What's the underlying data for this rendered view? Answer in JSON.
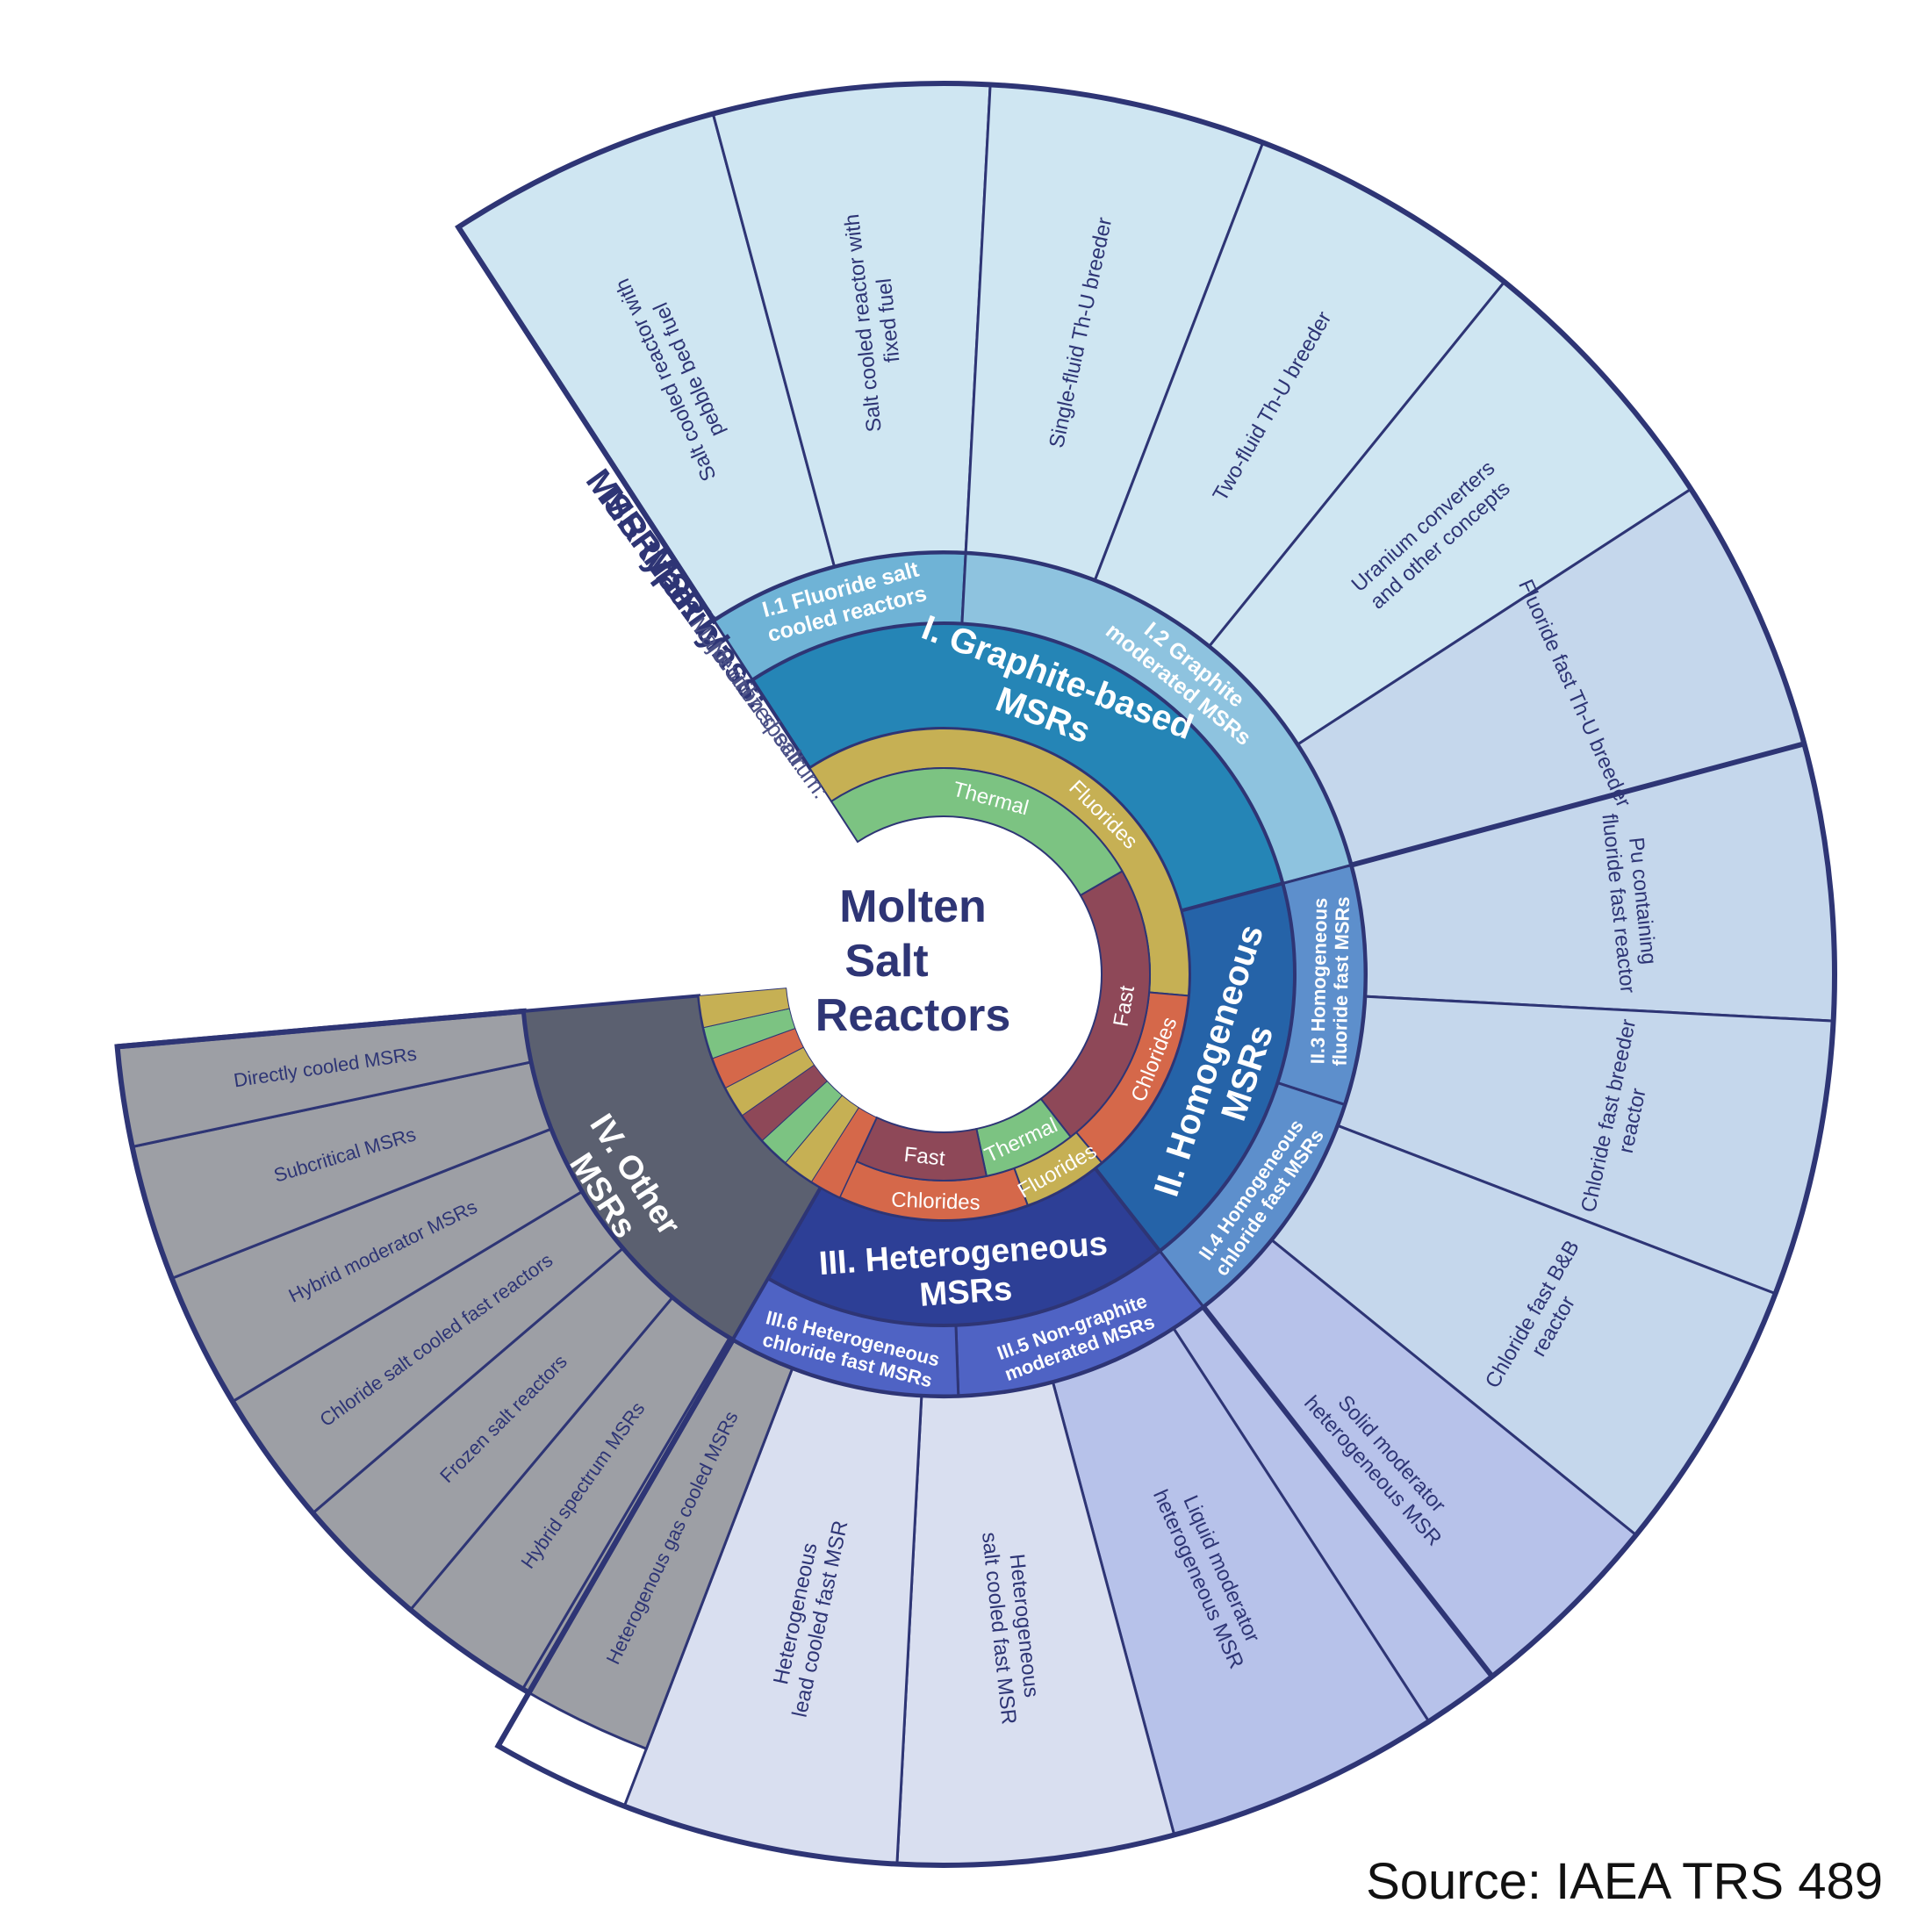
{
  "title": [
    "Molten",
    "Salt",
    "Reactors"
  ],
  "ring_labels": {
    "type": "MSR type:",
    "family": "MSR family:",
    "class": "MSR class:",
    "salt": "Major utilized salt:",
    "spectrum": "Neutron spectrum:"
  },
  "source": "Source: IAEA TRS 489",
  "colors": {
    "outline": "#2e3575",
    "center_title": "#2e3575",
    "class_graphite": "#2585b6",
    "class_homogeneous": "#2563a8",
    "class_heterogeneous": "#2d3f96",
    "class_other": "#5b6070",
    "family_fluoride_salt": "#6fb3d6",
    "family_graphite_mod": "#8ec3df",
    "family_homogeneous": "#5d8fcc",
    "family_heterogeneous": "#4f63c4",
    "type_graphite": "#cfe6f2",
    "type_homogeneous": "#c5d7ec",
    "type_solid_liquid": "#b7c2ea",
    "type_heterogeneous": "#d9dff0",
    "type_other": "#9d9fa5",
    "salt_fluorides": "#c6b054",
    "salt_chlorides": "#d5684a",
    "spectrum_thermal": "#7cc382",
    "spectrum_fast": "#8e4858"
  },
  "classes": [
    {
      "label_lines": [
        "I. Graphite-based",
        "MSRs"
      ],
      "color_key": "class_graphite"
    },
    {
      "label_lines": [
        "II. Homogeneous",
        "MSRs"
      ],
      "color_key": "class_homogeneous"
    },
    {
      "label_lines": [
        "III. Heterogeneous",
        "MSRs"
      ],
      "color_key": "class_heterogeneous"
    },
    {
      "label_lines": [
        "IV. Other",
        "MSRs"
      ],
      "color_key": "class_other"
    }
  ],
  "families": [
    {
      "label_lines": [
        "I.1 Fluoride salt",
        "cooled reactors"
      ],
      "color_key": "family_fluoride_salt"
    },
    {
      "label_lines": [
        "I.2 Graphite",
        "moderated MSRs"
      ],
      "color_key": "family_graphite_mod"
    },
    {
      "label_lines": [
        "II.3 Homogeneous",
        "fluoride fast MSRs"
      ],
      "color_key": "family_homogeneous"
    },
    {
      "label_lines": [
        "II.4 Homogeneous",
        "chloride fast MSRs"
      ],
      "color_key": "family_homogeneous"
    },
    {
      "label_lines": [
        "III.5 Non-graphite",
        "moderated MSRs"
      ],
      "color_key": "family_heterogeneous"
    },
    {
      "label_lines": [
        "III.6 Heterogeneous",
        "chloride fast MSRs"
      ],
      "color_key": "family_heterogeneous"
    }
  ],
  "types": [
    {
      "label_lines": [
        "Salt cooled reactor with",
        "pebble bed fuel"
      ],
      "color_key": "type_graphite"
    },
    {
      "label_lines": [
        "Salt cooled reactor with",
        "fixed fuel"
      ],
      "color_key": "type_graphite"
    },
    {
      "label_lines": [
        "Single-fluid Th-U breeder"
      ],
      "color_key": "type_graphite"
    },
    {
      "label_lines": [
        "Two-fluid Th-U breeder"
      ],
      "color_key": "type_graphite"
    },
    {
      "label_lines": [
        "Uranium converters",
        "and other concepts"
      ],
      "color_key": "type_graphite"
    },
    {
      "label_lines": [
        "Fluoride fast Th-U breeder"
      ],
      "color_key": "type_homogeneous"
    },
    {
      "label_lines": [
        "Pu containing",
        "fluoride fast reactor"
      ],
      "color_key": "type_homogeneous"
    },
    {
      "label_lines": [
        "Chloride fast breeder",
        "reactor"
      ],
      "color_key": "type_homogeneous"
    },
    {
      "label_lines": [
        "Chloride fast B&B",
        "reactor"
      ],
      "color_key": "type_homogeneous"
    },
    {
      "label_lines": [
        "Solid moderator",
        "heterogeneous MSR"
      ],
      "color_key": "type_solid_liquid"
    },
    {
      "label_lines": [
        "Liquid moderator",
        "heterogeneous MSR"
      ],
      "color_key": "type_solid_liquid"
    },
    {
      "label_lines": [
        "Heterogeneous",
        "salt cooled fast MSR"
      ],
      "color_key": "type_heterogeneous"
    },
    {
      "label_lines": [
        "Heterogeneous",
        "lead cooled fast MSR"
      ],
      "color_key": "type_heterogeneous"
    },
    {
      "label_lines": [
        "Heterogenous gas cooled MSRs"
      ],
      "color_key": "type_other"
    },
    {
      "label_lines": [
        "Hybrid spectrum MSRs"
      ],
      "color_key": "type_other"
    },
    {
      "label_lines": [
        "Frozen salt reactors"
      ],
      "color_key": "type_other"
    },
    {
      "label_lines": [
        "Chloride salt cooled fast reactors"
      ],
      "color_key": "type_other"
    },
    {
      "label_lines": [
        "Hybrid moderator MSRs"
      ],
      "color_key": "type_other"
    },
    {
      "label_lines": [
        "Subcritical MSRs"
      ],
      "color_key": "type_other"
    },
    {
      "label_lines": [
        "Directly cooled MSRs"
      ],
      "color_key": "type_other"
    }
  ],
  "salts": [
    {
      "label": "Fluorides",
      "color_key": "salt_fluorides"
    },
    {
      "label": "Chlorides",
      "color_key": "salt_chlorides"
    },
    {
      "label": "Fluorides",
      "color_key": "salt_fluorides"
    },
    {
      "label": "Chlorides",
      "color_key": "salt_chlorides"
    }
  ],
  "spectra": [
    {
      "label": "Thermal",
      "color_key": "spectrum_thermal"
    },
    {
      "label": "Fast",
      "color_key": "spectrum_fast"
    },
    {
      "label": "Thermal",
      "color_key": "spectrum_thermal"
    },
    {
      "label": "Fast",
      "color_key": "spectrum_fast"
    }
  ]
}
